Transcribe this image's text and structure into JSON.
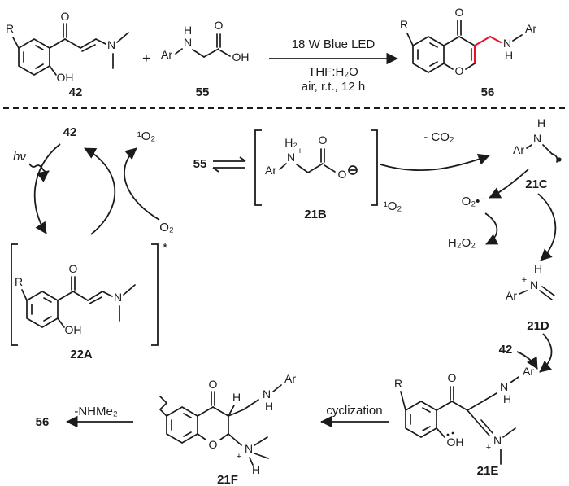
{
  "scheme": {
    "c42": {
      "r": "R",
      "o": "O",
      "n": "N",
      "oh": "OH",
      "label": "42"
    },
    "plus": "+",
    "c55": {
      "ar": "Ar",
      "h": "H",
      "n": "N",
      "o": "O",
      "oh": "OH",
      "label": "55"
    },
    "conditions": {
      "line1": "18 W Blue LED",
      "line2": "THF:H₂O",
      "line3": "air, r.t., 12 h"
    },
    "c56": {
      "r": "R",
      "o_ketone": "O",
      "o_ring": "O",
      "n": "N",
      "h": "H",
      "ar": "Ar",
      "label": "56"
    }
  },
  "cycle": {
    "hv": "hν",
    "c42": "42",
    "singlet_o2": "¹O₂",
    "o2": "O₂",
    "c22a": {
      "r": "R",
      "o": "O",
      "n": "N",
      "oh": "OH",
      "star": "*",
      "label": "22A"
    }
  },
  "top_path": {
    "c55": "55",
    "c21b": {
      "ar": "Ar",
      "h2": "H₂",
      "n": "N",
      "plus": "+",
      "o_top": "O",
      "o_side": "O",
      "label": "21B"
    },
    "singlet_o2": "¹O₂",
    "co2_loss": "- CO₂",
    "c21c": {
      "h": "H",
      "n": "N",
      "ar": "Ar",
      "label": "21C"
    },
    "superoxide": "O₂•⁻",
    "h2o2": "H₂O₂",
    "c21d": {
      "h": "H",
      "n": "N",
      "plus": "+",
      "ar": "Ar",
      "label": "21D"
    },
    "c42": "42"
  },
  "bottom_path": {
    "c21e": {
      "r": "R",
      "o": "O",
      "n": "N",
      "h": "H",
      "ar": "Ar",
      "oh": "OH",
      "n2": "N",
      "plus": "+",
      "label": "21E"
    },
    "cyclization": "cyclization",
    "c21f": {
      "o_ketone": "O",
      "h": "H",
      "n": "N",
      "h_n": "H",
      "ar": "Ar",
      "o_ring": "O",
      "n2": "N",
      "plus": "+",
      "h2": "H",
      "label": "21F"
    },
    "loss": "-NHMe₂",
    "c56": "56"
  },
  "colors": {
    "bond": "#1b1b1b",
    "accent_red": "#e8112d"
  }
}
